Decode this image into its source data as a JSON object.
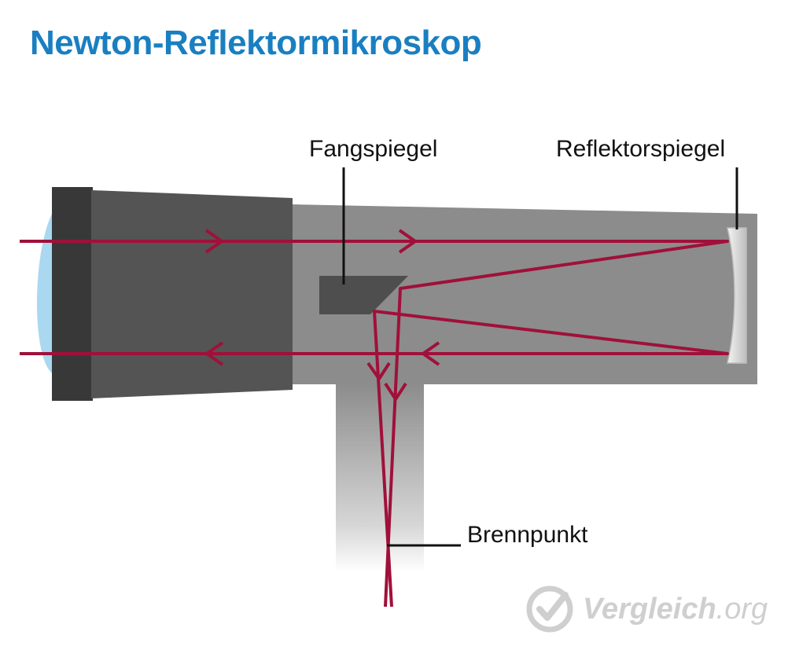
{
  "title": "Newton-Reflektormikroskop",
  "labels": {
    "secondary_mirror": "Fangspiegel",
    "primary_mirror": "Reflektorspiegel",
    "focal_point": "Brennpunkt"
  },
  "watermark": {
    "name": "Vergleich",
    "tld": ".org"
  },
  "colors": {
    "title": "#1a7fc1",
    "ray": "#a0103a",
    "tube": "#8c8c8c",
    "front_housing": "#545454",
    "lens_ring": "#383838",
    "secondary_mirror": "#4e4e4e",
    "lens": "#a9d8f0",
    "watermark": "#cfcfcf"
  },
  "icons": {
    "watermark_logo": "checkmark-circle-icon"
  }
}
